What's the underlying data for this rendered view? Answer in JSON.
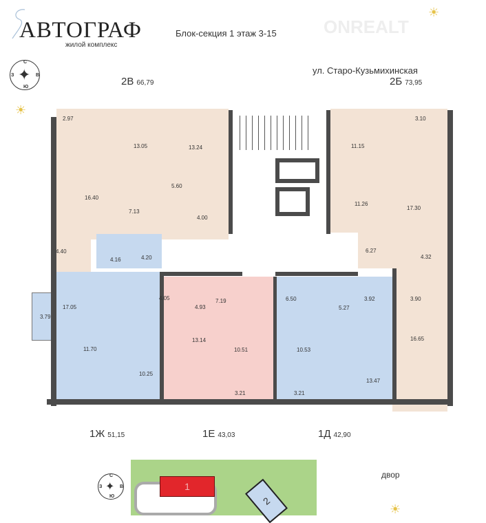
{
  "header": {
    "logo": "АВТОГРАФ",
    "logo_sub": "жилой комплекс",
    "section": "Блок-секция 1  этаж 3-15",
    "watermark": "ONREALT",
    "street": "ул. Старо-Кузьмихинская"
  },
  "compass": {
    "n": "С",
    "s": "Ю",
    "w": "З",
    "e": "В"
  },
  "apartments": [
    {
      "name": "2В",
      "area": "66,79",
      "color": "#f3e3d5"
    },
    {
      "name": "2Б",
      "area": "73,95",
      "color": "#f3e3d5"
    },
    {
      "name": "1Ж",
      "area": "51,15",
      "color": "#c6d9ef"
    },
    {
      "name": "1Е",
      "area": "43,03",
      "color": "#f7d0cc"
    },
    {
      "name": "1Д",
      "area": "42,90",
      "color": "#c6d9ef"
    }
  ],
  "rooms": [
    "2.97",
    "13.05",
    "13.24",
    "16.40",
    "7.13",
    "5.60",
    "4.00",
    "4.40",
    "4.16",
    "4.20",
    "11.15",
    "11.26",
    "3.10",
    "17.30",
    "6.27",
    "4.32",
    "17.05",
    "3.79",
    "11.70",
    "10.25",
    "4.05",
    "4.93",
    "7.19",
    "13.14",
    "10.51",
    "3.21",
    "6.50",
    "10.53",
    "3.21",
    "5.27",
    "3.92",
    "13.47",
    "3.90",
    "16.65"
  ],
  "site_plan": {
    "building1": "1",
    "building2": "2",
    "yard": "двор"
  }
}
